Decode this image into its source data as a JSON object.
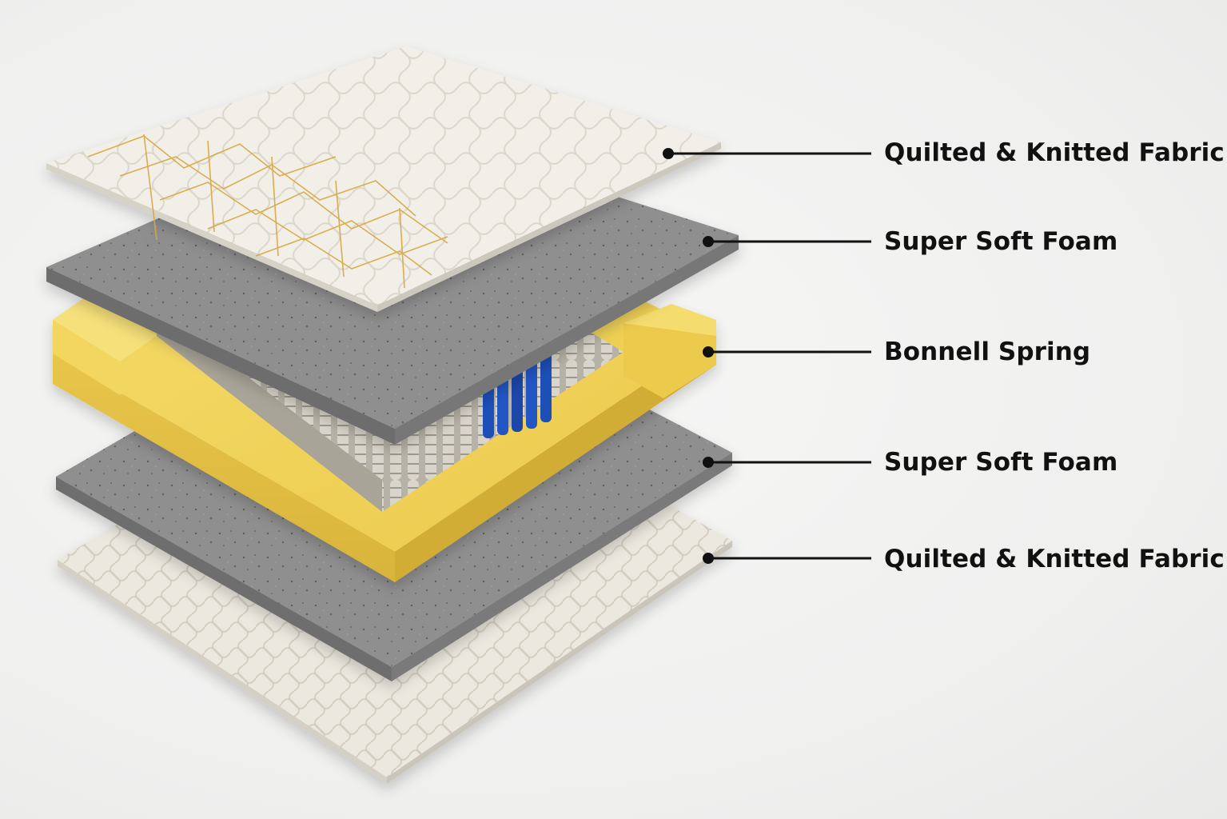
{
  "layers": [
    {
      "label": "Quilted & Knitted Fabric"
    },
    {
      "label": "Super Soft Foam"
    },
    {
      "label": "Bonnell Spring"
    },
    {
      "label": "Super Soft Foam"
    },
    {
      "label": "Quilted & Knitted Fabric"
    }
  ],
  "colors": {
    "fabric": "#efece4",
    "fabric_accent": "#d8a640",
    "foam": "#8e8e8e",
    "foam_edge": "#6f6f6f",
    "support_foam": "#f0d35a",
    "spring": "#cfcbc2",
    "pocket_spring_accent": "#1f4fb8",
    "leader_line": "#111111"
  }
}
